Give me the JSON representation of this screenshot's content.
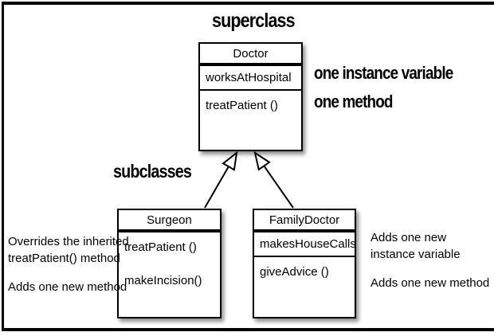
{
  "diagram": {
    "superclass_label": "superclass",
    "subclasses_label": "subclasses",
    "doctor_annotations": {
      "instance_variable": "one instance variable",
      "method": "one method"
    },
    "classes": {
      "doctor": {
        "name": "Doctor",
        "attribute": "worksAtHospital",
        "method": "treatPatient ()"
      },
      "surgeon": {
        "name": "Surgeon",
        "method1": "treatPatient ()",
        "method2": "makeIncision()"
      },
      "family_doctor": {
        "name": "FamilyDoctor",
        "attribute": "makesHouseCalls",
        "method": "giveAdvice ()"
      }
    },
    "notes": {
      "surgeon_line1": "Overrides the inherited",
      "surgeon_line2": "treatPatient() method",
      "surgeon_line3": "Adds one new method",
      "family_line1": "Adds one new",
      "family_line2": "instance variable",
      "family_line3": "Adds one new method"
    },
    "colors": {
      "line": "#000000",
      "background": "#ffffff"
    }
  }
}
